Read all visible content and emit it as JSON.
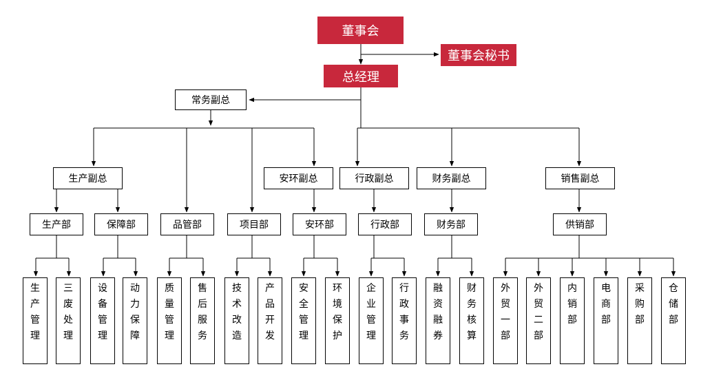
{
  "board": "董事会",
  "secretary": "董事会秘书",
  "gm": "总经理",
  "exec_vp": "常务副总",
  "vps": {
    "production": "生产副总",
    "env": "安环副总",
    "admin": "行政副总",
    "finance": "财务副总",
    "sales": "销售副总"
  },
  "depts": {
    "production": "生产部",
    "guarantee": "保障部",
    "quality": "品管部",
    "project": "项目部",
    "env": "安环部",
    "admin": "行政部",
    "finance": "财务部",
    "supply": "供销部"
  },
  "leaves": {
    "production_mgmt": "生产管理",
    "waste": "三废处理",
    "equipment": "设备管理",
    "power": "动力保障",
    "quality_mgmt": "质量管理",
    "after_sales": "售后服务",
    "tech": "技术改造",
    "product_dev": "产品开发",
    "safety": "安全管理",
    "env_protect": "环境保护",
    "enterprise": "企业管理",
    "admin_affairs": "行政事务",
    "financing": "融资融券",
    "accounting": "财务核算",
    "trade1": "外贸一部",
    "trade2": "外贸二部",
    "domestic": "内销部",
    "ecommerce": "电商部",
    "purchase": "采购部",
    "warehouse": "仓储部"
  }
}
